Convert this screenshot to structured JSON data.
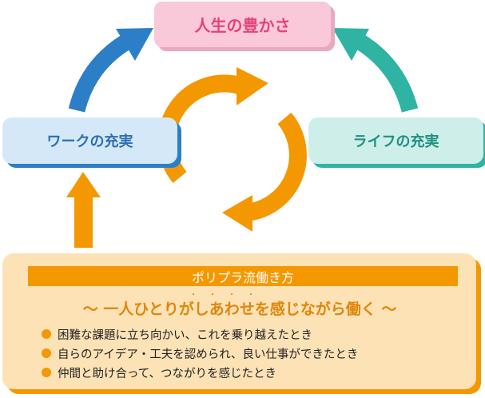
{
  "nodes": {
    "top": "人生の豊かさ",
    "left": "ワークの充実",
    "right": "ライフの充実"
  },
  "panel": {
    "banner": "ポリプラ流働き方",
    "slogan": "～ 一人ひとりがしあわせを感じながら働く ～",
    "emphasis_dots": "・・・・",
    "items": [
      "困難な課題に立ち向かい、これを乗り越えたとき",
      "自らのアイデア・工夫を認められ、良い仕事ができたとき",
      "仲間と助け合って、つながりを感じたとき"
    ]
  },
  "colors": {
    "orange": "#f39800",
    "blue": "#2c7fc7",
    "teal": "#2fb3a3",
    "pink": "#f9c8d9"
  }
}
